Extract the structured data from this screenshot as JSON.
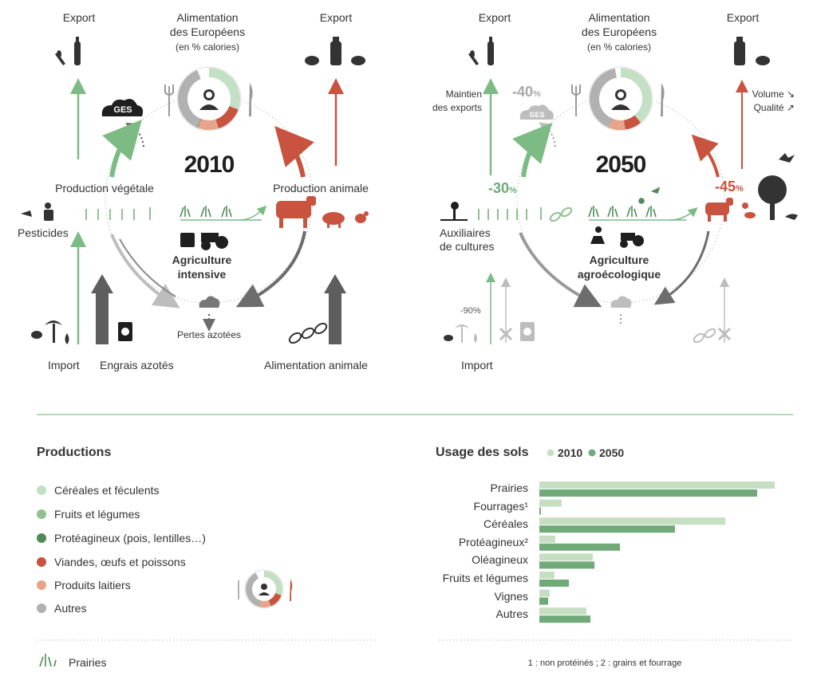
{
  "panel_left": {
    "year": "2010",
    "export_left": "Export",
    "export_right": "Export",
    "diet_title_1": "Alimentation",
    "diet_title_2": "des Européens",
    "diet_unit": "(en % calories)",
    "ghg": "GES",
    "production_vegetale": "Production végétale",
    "production_animale": "Production animale",
    "pesticides": "Pesticides",
    "agri_title_1": "Agriculture",
    "agri_title_2": "intensive",
    "pertes": "Pertes azotées",
    "import": "Import",
    "engrais": "Engrais azotés",
    "alimentation_animale": "Alimentation animale"
  },
  "panel_right": {
    "year": "2050",
    "export_left": "Export",
    "export_right": "Export",
    "diet_title_1": "Alimentation",
    "diet_title_2": "des Européens",
    "diet_unit": "(en % calories)",
    "ghg": "GES",
    "ghg_change": "-40",
    "pct_sign": "%",
    "maintien_1": "Maintien",
    "maintien_2": "des exports",
    "volume": "Volume ↘",
    "qualite": "Qualité ↗",
    "vegetal_change": "-30",
    "animal_change": "-45",
    "auxiliaires_1": "Auxiliaires",
    "auxiliaires_2": "de cultures",
    "agri_title_1": "Agriculture",
    "agri_title_2": "agroécologique",
    "import": "Import",
    "import_change": "-90%"
  },
  "legend": {
    "title": "Productions",
    "items": [
      {
        "label": "Céréales et féculents",
        "color": "#c3dfc4"
      },
      {
        "label": "Fruits et légumes",
        "color": "#8fc28f"
      },
      {
        "label": "Protéagineux (pois, lentilles…)",
        "color": "#4f8a59"
      },
      {
        "label": "Viandes, œufs et poissons",
        "color": "#c8533e"
      },
      {
        "label": "Produits laitiers",
        "color": "#e8a48a"
      },
      {
        "label": "Autres",
        "color": "#b1b1b1"
      }
    ],
    "prairies": "Prairies"
  },
  "chart_data": {
    "type": "bar",
    "title": "Usage des sols",
    "categories": [
      "Prairies",
      "Fourrages¹",
      "Céréales",
      "Protéagineux²",
      "Oléagineux",
      "Fruits et légumes",
      "Vignes",
      "Autres"
    ],
    "series": [
      {
        "name": "2010",
        "color": "#c6dfc3",
        "values": [
          295,
          28,
          233,
          20,
          67,
          19,
          13,
          59
        ]
      },
      {
        "name": "2050",
        "color": "#6faa78",
        "values": [
          273,
          2,
          170,
          101,
          69,
          37,
          11,
          64
        ]
      }
    ],
    "footnote": "1 : non protéinés ; 2 : grains et fourrage"
  }
}
